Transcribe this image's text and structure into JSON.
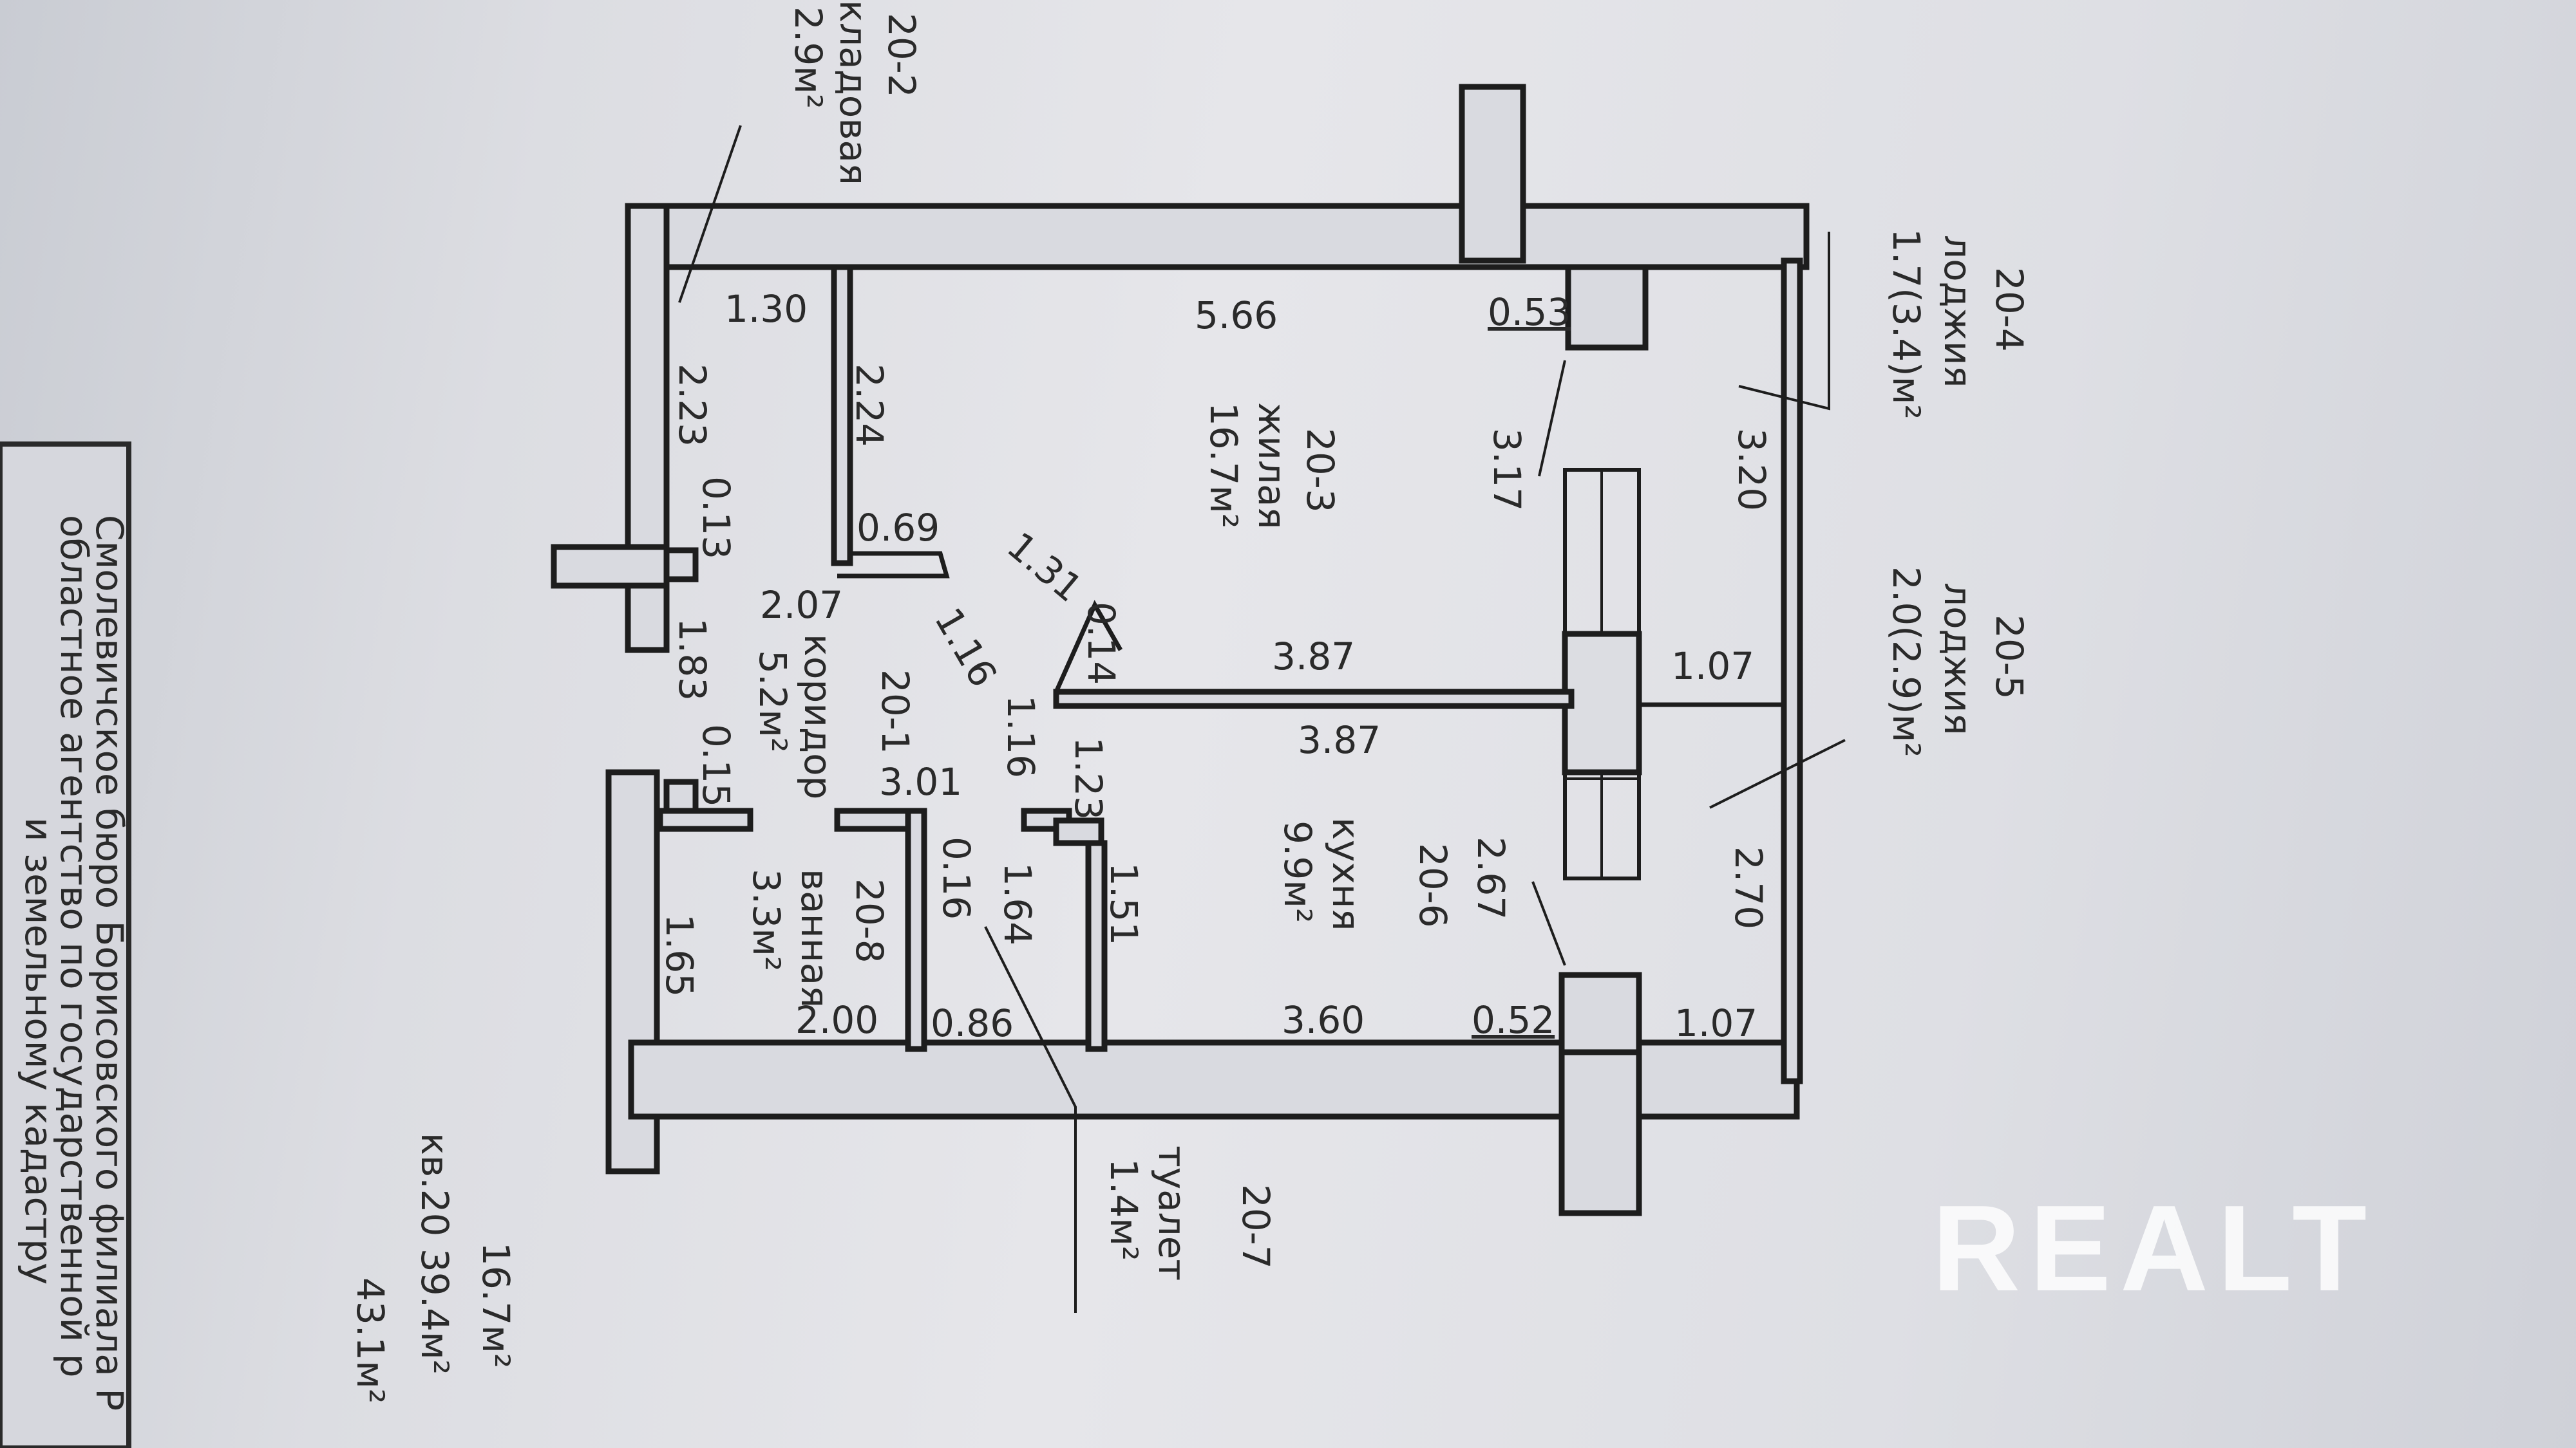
{
  "rooms": {
    "r20_2": {
      "code": "20-2",
      "name": "кладовая",
      "area": "2.9м²"
    },
    "r20_4": {
      "code": "20-4",
      "name": "лоджия",
      "area": "1.7(3.4)м²"
    },
    "r20_3": {
      "code": "20-3",
      "name": "жилая",
      "area": "16.7м²"
    },
    "r20_5": {
      "code": "20-5",
      "name": "лоджия",
      "area": "2.0(2.9)м²"
    },
    "r20_1": {
      "code": "20-1",
      "name": "коридор",
      "area": "5.2м²"
    },
    "r20_8": {
      "code": "20-8",
      "name": "ванная",
      "area": "3.3м²"
    },
    "r20_6": {
      "code": "20-6",
      "name": "кухня",
      "area": "9.9м²"
    },
    "r20_7": {
      "code": "20-7",
      "name": "туалет",
      "area": "1.4м²"
    }
  },
  "dimensions": {
    "d130": "1.30",
    "d566": "5.66",
    "d053": "0.53",
    "d223": "2.23",
    "d224": "2.24",
    "d013": "0.13",
    "d069": "0.69",
    "d131": "1.31",
    "d317": "3.17",
    "d320": "3.20",
    "d014": "0.14",
    "d387a": "3.87",
    "d107a": "1.07",
    "d207": "2.07",
    "d116a": "1.16",
    "d183": "1.83",
    "d015": "0.15",
    "d301": "3.01",
    "d116b": "1.16",
    "d123": "1.23",
    "d387b": "3.87",
    "d016": "0.16",
    "d164": "1.64",
    "d151": "1.51",
    "d267": "2.67",
    "d270": "2.70",
    "d165": "1.65",
    "d200": "2.00",
    "d086": "0.86",
    "d360": "3.60",
    "d052": "0.52",
    "d107b": "1.07"
  },
  "stamp": {
    "line1": "Смолевичское бюро Борисовского филиала Р",
    "line2": "областное агентство по государственной р",
    "line3": "и земельному кадастру"
  },
  "summary": {
    "line1": "16.7м²",
    "line2": "кв.20   39.4м²",
    "line3": "43.1м²"
  },
  "watermark": "REALT"
}
